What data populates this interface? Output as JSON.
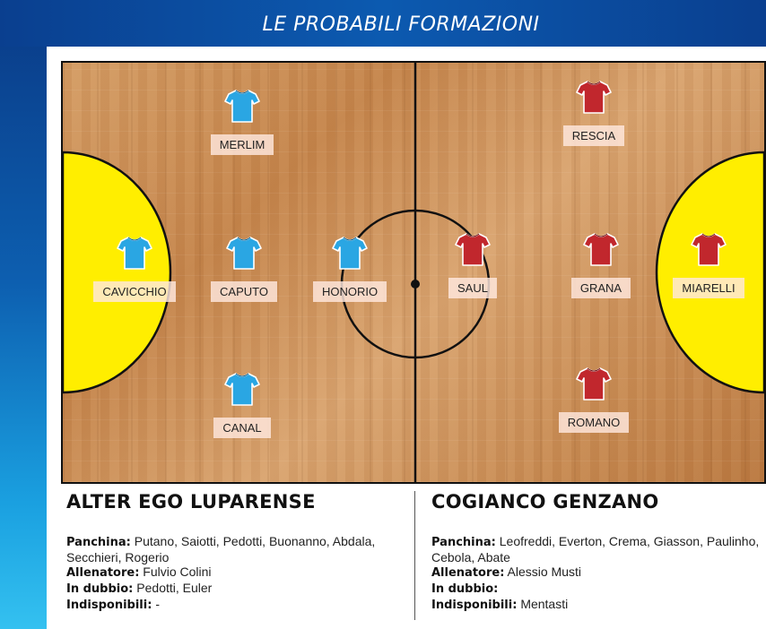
{
  "header": {
    "title": "LE PROBABILI FORMAZIONI"
  },
  "colors": {
    "banner": "#0c4fa3",
    "home_jersey": "#2aa6e3",
    "away_jersey": "#c1272d",
    "goal_area": "#ffee00"
  },
  "court": {
    "home_players": [
      {
        "name": "MERLIM",
        "icon": "jersey-icon"
      },
      {
        "name": "CAVICCHIO",
        "icon": "jersey-icon"
      },
      {
        "name": "CAPUTO",
        "icon": "jersey-icon"
      },
      {
        "name": "HONORIO",
        "icon": "jersey-icon"
      },
      {
        "name": "CANAL",
        "icon": "jersey-icon"
      }
    ],
    "away_players": [
      {
        "name": "RESCIA",
        "icon": "jersey-icon"
      },
      {
        "name": "SAUL",
        "icon": "jersey-icon"
      },
      {
        "name": "GRANA",
        "icon": "jersey-icon"
      },
      {
        "name": "MIARELLI",
        "icon": "jersey-icon"
      },
      {
        "name": "ROMANO",
        "icon": "jersey-icon"
      }
    ]
  },
  "teams": {
    "home": {
      "name": "ALTER EGO LUPARENSE",
      "bench_label": "Panchina:",
      "bench": "Putano, Saiotti, Pedotti, Buonanno, Abdala, Secchieri, Rogerio",
      "coach_label": "Allenatore:",
      "coach": "Fulvio Colini",
      "doubt_label": "In dubbio:",
      "doubt": "Pedotti, Euler",
      "unavailable_label": "Indisponibili:",
      "unavailable": "-"
    },
    "away": {
      "name": "COGIANCO GENZANO",
      "bench_label": "Panchina:",
      "bench": "Leofreddi, Everton, Crema, Giasson, Paulinho, Cebola, Abate",
      "coach_label": "Allenatore:",
      "coach": "Alessio Musti",
      "doubt_label": "In dubbio:",
      "doubt": "",
      "unavailable_label": "Indisponibili:",
      "unavailable": "Mentasti"
    }
  }
}
